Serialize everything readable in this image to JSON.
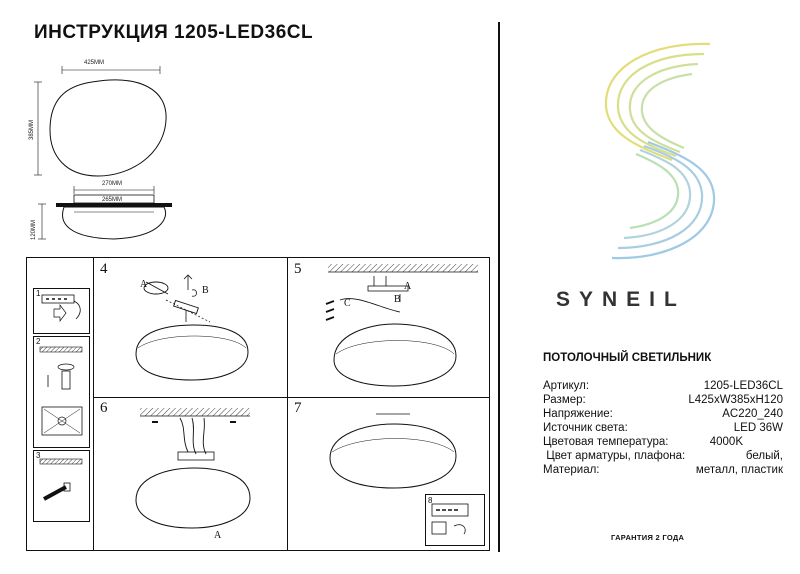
{
  "header": {
    "title": "ИНСТРУКЦИЯ 1205-LED36CL"
  },
  "dimensions": {
    "top_width": "425ММ",
    "top_height": "385ММ",
    "side_outer": "270ММ",
    "side_inner": "265ММ",
    "side_height": "120ММ"
  },
  "steps": {
    "s1": "1",
    "s2": "2",
    "s3": "3",
    "s4": "4",
    "s5": "5",
    "s6": "6",
    "s7": "7",
    "s8": "8"
  },
  "labels": {
    "a": "A",
    "b": "B",
    "c": "C"
  },
  "brand": {
    "name": "SYNEIL"
  },
  "product": {
    "title": "ПОТОЛОЧНЫЙ СВЕТИЛЬНИК",
    "specs": [
      {
        "label": "Артикул:",
        "value": "1205-LED36CL"
      },
      {
        "label": "Размер:",
        "value": "L425xW385xH120"
      },
      {
        "label": "Напряжение:",
        "value": "AC220_240"
      },
      {
        "label": "Источник света:",
        "value": "LED 36W"
      },
      {
        "label": "Цветовая температура:",
        "value": "4000K"
      },
      {
        "label": " Цвет арматуры, плафона:",
        "value": "белый,"
      },
      {
        "label": "Материал:",
        "value": "металл, пластик"
      }
    ]
  },
  "footer": {
    "warranty": "ГАРАНТИЯ 2 ГОДА"
  },
  "colors": {
    "logo_yellow": "#e2dd7a",
    "logo_green": "#b9dfb4",
    "logo_blue": "#9fc9e4",
    "line": "#111111"
  }
}
